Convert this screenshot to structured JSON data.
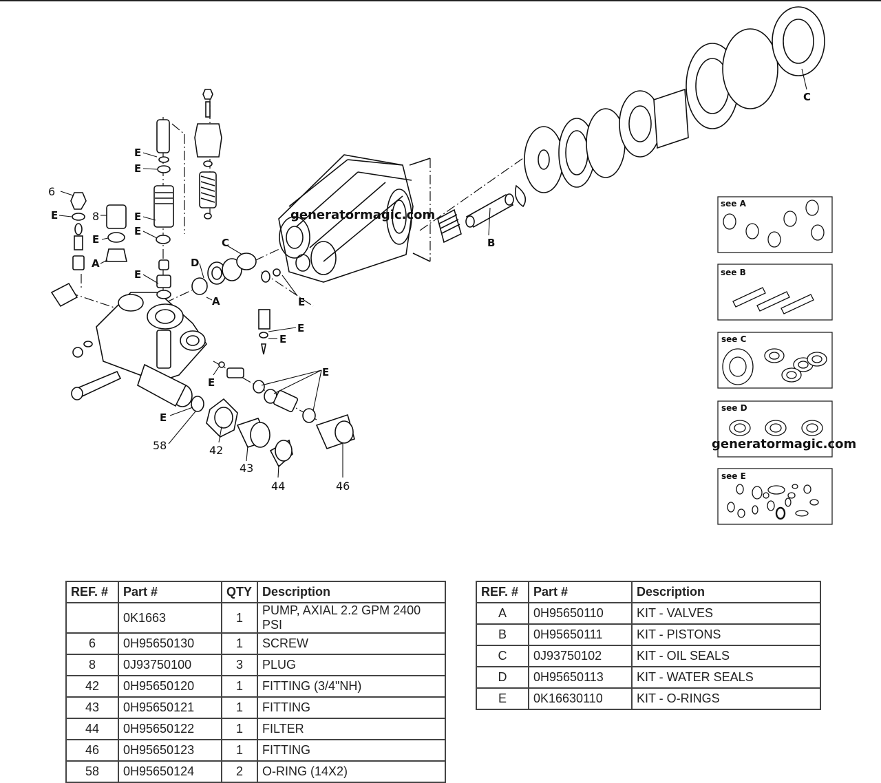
{
  "watermark": "generatormagic.com",
  "callouts": {
    "A": "A",
    "B": "B",
    "C": "C",
    "D": "D",
    "E": "E",
    "n6": "6",
    "n8": "8",
    "n42": "42",
    "n43": "43",
    "n44": "44",
    "n46": "46",
    "n58": "58"
  },
  "kit_boxes": {
    "a": "see A",
    "b": "see B",
    "c": "see C",
    "d": "see D",
    "e": "see E"
  },
  "parts_table": {
    "headers": [
      "REF. #",
      "Part #",
      "QTY",
      "Description"
    ],
    "rows": [
      [
        "",
        "0K1663",
        "1",
        "PUMP, AXIAL 2.2 GPM 2400 PSI"
      ],
      [
        "6",
        "0H95650130",
        "1",
        "SCREW"
      ],
      [
        "8",
        "0J93750100",
        "3",
        "PLUG"
      ],
      [
        "42",
        "0H95650120",
        "1",
        "FITTING (3/4\"NH)"
      ],
      [
        "43",
        "0H95650121",
        "1",
        "FITTING"
      ],
      [
        "44",
        "0H95650122",
        "1",
        "FILTER"
      ],
      [
        "46",
        "0H95650123",
        "1",
        "FITTING"
      ],
      [
        "58",
        "0H95650124",
        "2",
        "O-RING (14X2)"
      ]
    ]
  },
  "kits_table": {
    "headers": [
      "REF. #",
      "Part #",
      "Description"
    ],
    "rows": [
      [
        "A",
        "0H95650110",
        "KIT - VALVES"
      ],
      [
        "B",
        "0H95650111",
        "KIT - PISTONS"
      ],
      [
        "C",
        "0J93750102",
        "KIT - OIL SEALS"
      ],
      [
        "D",
        "0H95650113",
        "KIT - WATER SEALS"
      ],
      [
        "E",
        "0K16630110",
        "KIT - O-RINGS"
      ]
    ]
  }
}
